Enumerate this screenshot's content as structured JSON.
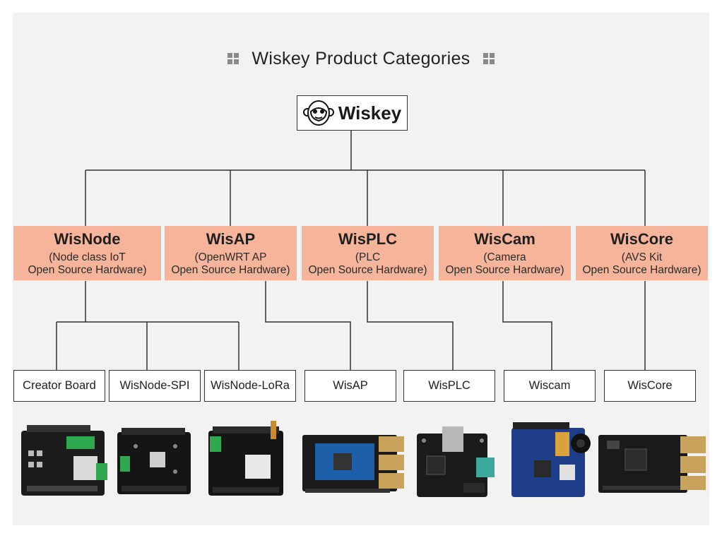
{
  "title": "Wiskey Product Categories",
  "root": {
    "label": "Wiskey",
    "icon": "monkey-logo-icon"
  },
  "categories": [
    {
      "name": "WisNode",
      "description": "(Node class IoT\nOpen Source Hardware)"
    },
    {
      "name": "WisAP",
      "description": "(OpenWRT AP\nOpen Source Hardware)"
    },
    {
      "name": "WisPLC",
      "description": "(PLC\nOpen Source Hardware)"
    },
    {
      "name": "WisCam",
      "description": "(Camera\nOpen Source Hardware)"
    },
    {
      "name": "WisCore",
      "description": "(AVS Kit\nOpen Source Hardware)"
    }
  ],
  "products": [
    {
      "label": "Creator Board",
      "category": "WisNode"
    },
    {
      "label": "WisNode-SPI",
      "category": "WisNode"
    },
    {
      "label": "WisNode-LoRa",
      "category": "WisNode"
    },
    {
      "label": "WisAP",
      "category": "WisAP"
    },
    {
      "label": "WisPLC",
      "category": "WisPLC"
    },
    {
      "label": "Wiscam",
      "category": "WisCam"
    },
    {
      "label": "WisCore",
      "category": "WisCore"
    }
  ],
  "colors": {
    "category_fill": "#f6b59b",
    "panel_bg": "#f2f2f2",
    "line": "#333333",
    "title_icon": "#8a8a8a"
  }
}
